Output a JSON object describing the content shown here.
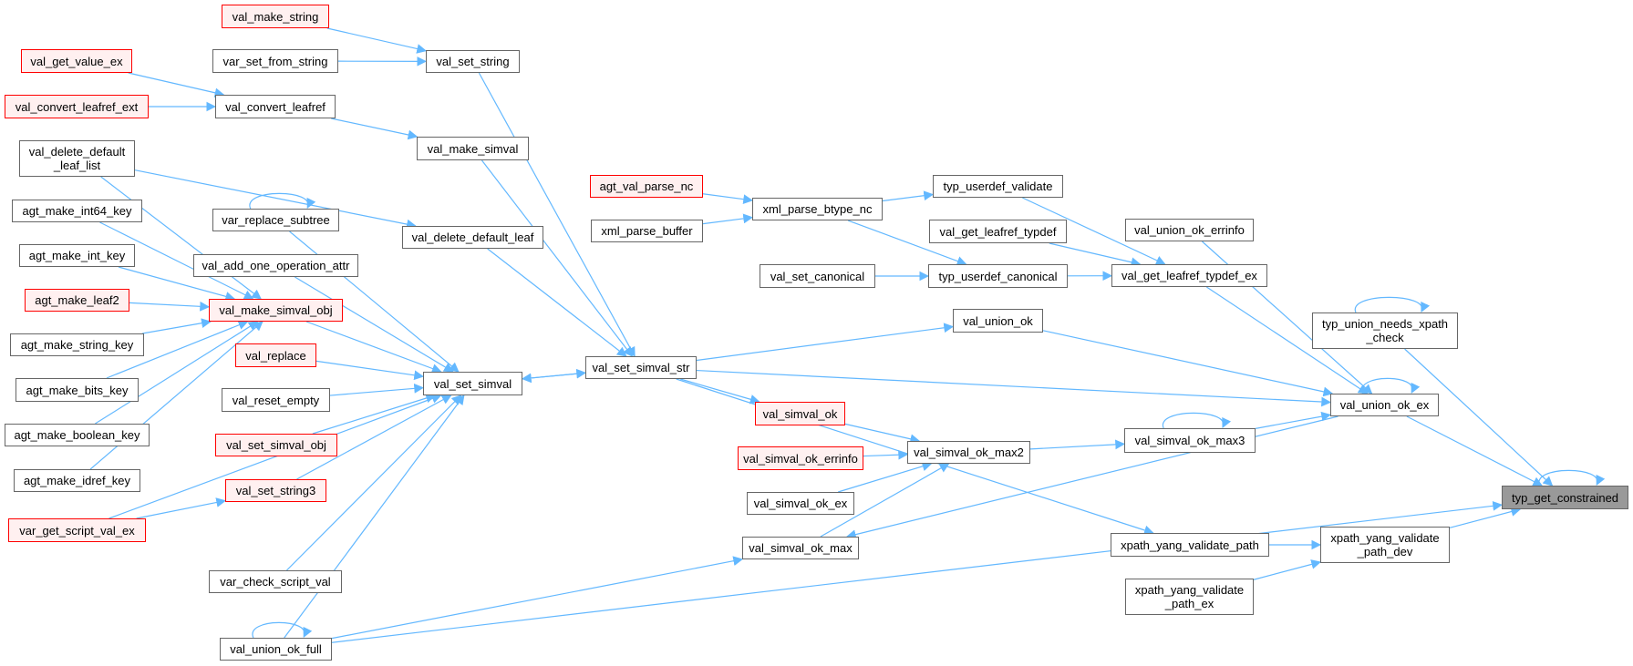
{
  "diagram": {
    "type": "caller-graph",
    "target": "typ_get_constrained",
    "colors": {
      "edge": "#63b8ff",
      "node_border": "#666666",
      "node_fill": "#ffffff",
      "undocumented_border": "#ff0000",
      "undocumented_fill": "#fff0f0",
      "target_fill": "#999999"
    },
    "nodes": [
      {
        "id": "val_make_string",
        "label": "val_make_string",
        "style": "red"
      },
      {
        "id": "val_get_value_ex",
        "label": "val_get_value_ex",
        "style": "red"
      },
      {
        "id": "var_set_from_string",
        "label": "var_set_from_string",
        "style": "normal"
      },
      {
        "id": "val_set_string",
        "label": "val_set_string",
        "style": "normal"
      },
      {
        "id": "val_convert_leafref_ext",
        "label": "val_convert_leafref_ext",
        "style": "red"
      },
      {
        "id": "val_convert_leafref",
        "label": "val_convert_leafref",
        "style": "normal"
      },
      {
        "id": "val_delete_default_leaf_list",
        "label": "val_delete_default\n_leaf_list",
        "style": "normal"
      },
      {
        "id": "val_make_simval",
        "label": "val_make_simval",
        "style": "normal"
      },
      {
        "id": "agt_make_int64_key",
        "label": "agt_make_int64_key",
        "style": "normal"
      },
      {
        "id": "var_replace_subtree",
        "label": "var_replace_subtree",
        "style": "normal"
      },
      {
        "id": "val_delete_default_leaf",
        "label": "val_delete_default_leaf",
        "style": "normal"
      },
      {
        "id": "agt_make_int_key",
        "label": "agt_make_int_key",
        "style": "normal"
      },
      {
        "id": "val_add_one_operation_attr",
        "label": "val_add_one_operation_attr",
        "style": "normal"
      },
      {
        "id": "agt_make_leaf2",
        "label": "agt_make_leaf2",
        "style": "red"
      },
      {
        "id": "val_make_simval_obj",
        "label": "val_make_simval_obj",
        "style": "red"
      },
      {
        "id": "agt_make_string_key",
        "label": "agt_make_string_key",
        "style": "normal"
      },
      {
        "id": "val_replace",
        "label": "val_replace",
        "style": "red"
      },
      {
        "id": "agt_make_bits_key",
        "label": "agt_make_bits_key",
        "style": "normal"
      },
      {
        "id": "val_reset_empty",
        "label": "val_reset_empty",
        "style": "normal"
      },
      {
        "id": "val_set_simval",
        "label": "val_set_simval",
        "style": "normal"
      },
      {
        "id": "agt_make_boolean_key",
        "label": "agt_make_boolean_key",
        "style": "normal"
      },
      {
        "id": "val_set_simval_obj",
        "label": "val_set_simval_obj",
        "style": "red"
      },
      {
        "id": "agt_make_idref_key",
        "label": "agt_make_idref_key",
        "style": "normal"
      },
      {
        "id": "val_set_string3",
        "label": "val_set_string3",
        "style": "red"
      },
      {
        "id": "var_get_script_val_ex",
        "label": "var_get_script_val_ex",
        "style": "red"
      },
      {
        "id": "var_check_script_val",
        "label": "var_check_script_val",
        "style": "normal"
      },
      {
        "id": "val_union_ok_full",
        "label": "val_union_ok_full",
        "style": "normal"
      },
      {
        "id": "agt_val_parse_nc",
        "label": "agt_val_parse_nc",
        "style": "red"
      },
      {
        "id": "xml_parse_buffer",
        "label": "xml_parse_buffer",
        "style": "normal"
      },
      {
        "id": "xml_parse_btype_nc",
        "label": "xml_parse_btype_nc",
        "style": "normal"
      },
      {
        "id": "val_set_canonical",
        "label": "val_set_canonical",
        "style": "normal"
      },
      {
        "id": "val_set_simval_str",
        "label": "val_set_simval_str",
        "style": "normal"
      },
      {
        "id": "val_simval_ok",
        "label": "val_simval_ok",
        "style": "red"
      },
      {
        "id": "val_simval_ok_errinfo",
        "label": "val_simval_ok_errinfo",
        "style": "red"
      },
      {
        "id": "val_simval_ok_ex",
        "label": "val_simval_ok_ex",
        "style": "normal"
      },
      {
        "id": "val_simval_ok_max",
        "label": "val_simval_ok_max",
        "style": "normal"
      },
      {
        "id": "typ_userdef_validate",
        "label": "typ_userdef_validate",
        "style": "normal"
      },
      {
        "id": "val_get_leafref_typdef",
        "label": "val_get_leafref_typdef",
        "style": "normal"
      },
      {
        "id": "typ_userdef_canonical",
        "label": "typ_userdef_canonical",
        "style": "normal"
      },
      {
        "id": "val_union_ok",
        "label": "val_union_ok",
        "style": "normal"
      },
      {
        "id": "val_simval_ok_max2",
        "label": "val_simval_ok_max2",
        "style": "normal"
      },
      {
        "id": "val_union_ok_errinfo",
        "label": "val_union_ok_errinfo",
        "style": "normal"
      },
      {
        "id": "val_get_leafref_typdef_ex",
        "label": "val_get_leafref_typdef_ex",
        "style": "normal"
      },
      {
        "id": "val_simval_ok_max3",
        "label": "val_simval_ok_max3",
        "style": "normal"
      },
      {
        "id": "xpath_yang_validate_path",
        "label": "xpath_yang_validate_path",
        "style": "normal"
      },
      {
        "id": "xpath_yang_validate_path_ex",
        "label": "xpath_yang_validate\n_path_ex",
        "style": "normal"
      },
      {
        "id": "typ_union_needs_xpath_check",
        "label": "typ_union_needs_xpath\n_check",
        "style": "normal"
      },
      {
        "id": "val_union_ok_ex",
        "label": "val_union_ok_ex",
        "style": "normal"
      },
      {
        "id": "xpath_yang_validate_path_dev",
        "label": "xpath_yang_validate\n_path_dev",
        "style": "normal"
      },
      {
        "id": "typ_get_constrained",
        "label": "typ_get_constrained",
        "style": "target"
      }
    ],
    "edges": [
      [
        "val_make_string",
        "val_set_string"
      ],
      [
        "var_set_from_string",
        "val_set_string"
      ],
      [
        "val_get_value_ex",
        "val_convert_leafref"
      ],
      [
        "val_convert_leafref_ext",
        "val_convert_leafref"
      ],
      [
        "val_convert_leafref",
        "val_make_simval"
      ],
      [
        "val_delete_default_leaf_list",
        "val_delete_default_leaf"
      ],
      [
        "val_delete_default_leaf_list",
        "val_make_simval_obj"
      ],
      [
        "agt_make_int64_key",
        "val_make_simval_obj"
      ],
      [
        "agt_make_int_key",
        "val_make_simval_obj"
      ],
      [
        "agt_make_leaf2",
        "val_make_simval_obj"
      ],
      [
        "agt_make_string_key",
        "val_make_simval_obj"
      ],
      [
        "agt_make_bits_key",
        "val_make_simval_obj"
      ],
      [
        "agt_make_boolean_key",
        "val_make_simval_obj"
      ],
      [
        "agt_make_idref_key",
        "val_make_simval_obj"
      ],
      [
        "var_replace_subtree",
        "var_replace_subtree"
      ],
      [
        "var_replace_subtree",
        "val_set_simval"
      ],
      [
        "val_add_one_operation_attr",
        "val_set_simval"
      ],
      [
        "val_make_simval_obj",
        "val_set_simval"
      ],
      [
        "val_replace",
        "val_set_simval"
      ],
      [
        "val_reset_empty",
        "val_set_simval"
      ],
      [
        "val_set_simval_obj",
        "val_set_simval"
      ],
      [
        "val_set_string3",
        "val_set_simval"
      ],
      [
        "var_get_script_val_ex",
        "val_set_string3"
      ],
      [
        "var_get_script_val_ex",
        "val_set_simval"
      ],
      [
        "var_check_script_val",
        "val_set_simval"
      ],
      [
        "val_union_ok_full",
        "val_union_ok_full"
      ],
      [
        "val_union_ok_full",
        "val_set_simval"
      ],
      [
        "val_union_ok_full",
        "val_simval_ok_max"
      ],
      [
        "val_union_ok_full",
        "typ_get_constrained"
      ],
      [
        "val_set_string",
        "val_set_simval_str"
      ],
      [
        "val_make_simval",
        "val_set_simval_str"
      ],
      [
        "val_delete_default_leaf",
        "val_set_simval_str"
      ],
      [
        "val_set_simval",
        "val_set_simval_str"
      ],
      [
        "val_set_simval_str",
        "val_set_simval"
      ],
      [
        "val_set_simval_str",
        "val_union_ok"
      ],
      [
        "val_set_simval_str",
        "val_union_ok_ex"
      ],
      [
        "val_set_simval_str",
        "val_simval_ok"
      ],
      [
        "val_set_simval_str",
        "xpath_yang_validate_path"
      ],
      [
        "agt_val_parse_nc",
        "xml_parse_btype_nc"
      ],
      [
        "xml_parse_buffer",
        "xml_parse_btype_nc"
      ],
      [
        "xml_parse_btype_nc",
        "typ_userdef_validate"
      ],
      [
        "xml_parse_btype_nc",
        "typ_userdef_canonical"
      ],
      [
        "val_set_canonical",
        "typ_userdef_canonical"
      ],
      [
        "typ_userdef_validate",
        "val_get_leafref_typdef_ex"
      ],
      [
        "val_get_leafref_typdef",
        "val_get_leafref_typdef_ex"
      ],
      [
        "typ_userdef_canonical",
        "val_get_leafref_typdef_ex"
      ],
      [
        "val_get_leafref_typdef_ex",
        "val_union_ok_ex"
      ],
      [
        "val_union_ok_errinfo",
        "val_union_ok_ex"
      ],
      [
        "val_union_ok",
        "val_union_ok_ex"
      ],
      [
        "val_simval_ok",
        "val_simval_ok_max2"
      ],
      [
        "val_simval_ok_errinfo",
        "val_simval_ok_max2"
      ],
      [
        "val_simval_ok_ex",
        "val_simval_ok_max2"
      ],
      [
        "val_simval_ok_max",
        "val_simval_ok_max2"
      ],
      [
        "val_simval_ok_max2",
        "val_simval_ok_max3"
      ],
      [
        "val_simval_ok_max3",
        "val_simval_ok_max3"
      ],
      [
        "val_simval_ok_max3",
        "val_union_ok_ex"
      ],
      [
        "val_union_ok_ex",
        "val_union_ok_ex"
      ],
      [
        "val_union_ok_ex",
        "val_simval_ok_max"
      ],
      [
        "val_union_ok_ex",
        "typ_get_constrained"
      ],
      [
        "typ_union_needs_xpath_check",
        "typ_union_needs_xpath_check"
      ],
      [
        "typ_union_needs_xpath_check",
        "typ_get_constrained"
      ],
      [
        "xpath_yang_validate_path",
        "xpath_yang_validate_path_dev"
      ],
      [
        "xpath_yang_validate_path_ex",
        "xpath_yang_validate_path_dev"
      ],
      [
        "xpath_yang_validate_path_dev",
        "typ_get_constrained"
      ],
      [
        "typ_get_constrained",
        "typ_get_constrained"
      ]
    ]
  }
}
